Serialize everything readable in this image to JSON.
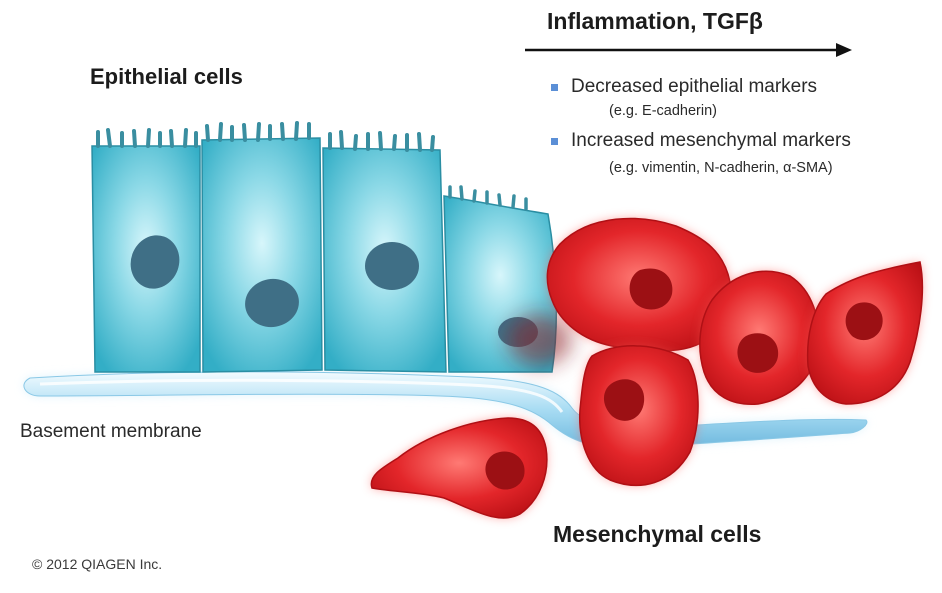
{
  "labels": {
    "epithelial_heading": "Epithelial cells",
    "mesenchymal_heading": "Mesenchymal cells",
    "basement_membrane": "Basement membrane",
    "arrow_label": "Inflammation, TGFβ",
    "copyright": "© 2012 QIAGEN Inc."
  },
  "markers": [
    {
      "text": "Decreased epithelial markers",
      "example": "(e.g. E-cadherin)"
    },
    {
      "text": "Increased mesenchymal markers",
      "example": "(e.g. vimentin, N-cadherin, α-SMA)"
    }
  ],
  "colors": {
    "epithelial_cell": "#3fb8cf",
    "epithelial_cell_light": "#b9ecf5",
    "nucleus_epithelial": "#3f6f86",
    "mesenchymal_cell": "#e0181e",
    "mesenchymal_cell_light": "#ff6a64",
    "nucleus_mesenchymal": "#9c1014",
    "membrane": "#9fd6ee",
    "bullet": "#5b8fd6",
    "arrow": "#111111"
  }
}
